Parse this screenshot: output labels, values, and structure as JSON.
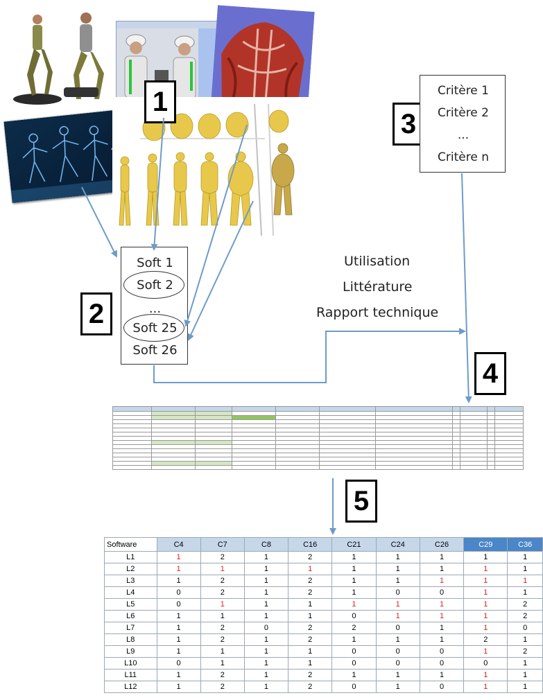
{
  "badges": [
    "1",
    "2",
    "3",
    "4",
    "5"
  ],
  "softwares": {
    "lines": [
      "Soft 1",
      "Soft 2",
      "...",
      "Soft 25",
      "Soft 26"
    ]
  },
  "criteria": {
    "lines": [
      "Critère 1",
      "Critère 2",
      "...",
      "Critère n"
    ]
  },
  "sources": [
    "Utilisation",
    "Littérature",
    "Rapport technique"
  ],
  "colors": {
    "arrow": "#6e9bc8",
    "table_header": "#c7d7ea",
    "table_header_dark": "#4a86c8",
    "red_value": "#e0201b",
    "skin_yellow": "#e8c84a",
    "muscle_red": "#b8342a"
  },
  "table": {
    "headers": [
      "Software",
      "C4",
      "C7",
      "C8",
      "C16",
      "C21",
      "C24",
      "C26",
      "C29",
      "C36"
    ],
    "rows": [
      {
        "label": "L1",
        "values": [
          "1",
          "2",
          "1",
          "2",
          "1",
          "1",
          "1",
          "1",
          "1"
        ],
        "red": [
          0
        ]
      },
      {
        "label": "L2",
        "values": [
          "1",
          "1",
          "1",
          "1",
          "1",
          "1",
          "1",
          "1",
          "1"
        ],
        "red": [
          0,
          1,
          3,
          7
        ]
      },
      {
        "label": "L3",
        "values": [
          "1",
          "2",
          "1",
          "2",
          "1",
          "1",
          "1",
          "1",
          "1"
        ],
        "red": [
          6,
          7,
          8
        ]
      },
      {
        "label": "L4",
        "values": [
          "0",
          "2",
          "1",
          "2",
          "1",
          "0",
          "0",
          "1",
          "1"
        ],
        "red": [
          7
        ]
      },
      {
        "label": "L5",
        "values": [
          "0",
          "1",
          "1",
          "1",
          "1",
          "1",
          "1",
          "1",
          "2"
        ],
        "red": [
          1,
          4,
          5,
          6,
          7
        ]
      },
      {
        "label": "L6",
        "values": [
          "1",
          "1",
          "1",
          "1",
          "0",
          "1",
          "1",
          "1",
          "2"
        ],
        "red": [
          5,
          6,
          7
        ]
      },
      {
        "label": "L7",
        "values": [
          "1",
          "2",
          "0",
          "2",
          "2",
          "0",
          "1",
          "1",
          "0"
        ],
        "red": [
          7
        ]
      },
      {
        "label": "L8",
        "values": [
          "1",
          "2",
          "1",
          "2",
          "1",
          "1",
          "1",
          "2",
          "1"
        ],
        "red": []
      },
      {
        "label": "L9",
        "values": [
          "1",
          "1",
          "1",
          "1",
          "0",
          "0",
          "0",
          "1",
          "2"
        ],
        "red": [
          7
        ]
      },
      {
        "label": "L10",
        "values": [
          "0",
          "1",
          "1",
          "1",
          "0",
          "0",
          "0",
          "0",
          "1"
        ],
        "red": []
      },
      {
        "label": "L11",
        "values": [
          "1",
          "2",
          "1",
          "2",
          "1",
          "1",
          "1",
          "1",
          "1"
        ],
        "red": [
          7
        ]
      },
      {
        "label": "L12",
        "values": [
          "1",
          "2",
          "1",
          "2",
          "0",
          "1",
          "0",
          "1",
          "1"
        ],
        "red": [
          7
        ]
      }
    ]
  }
}
